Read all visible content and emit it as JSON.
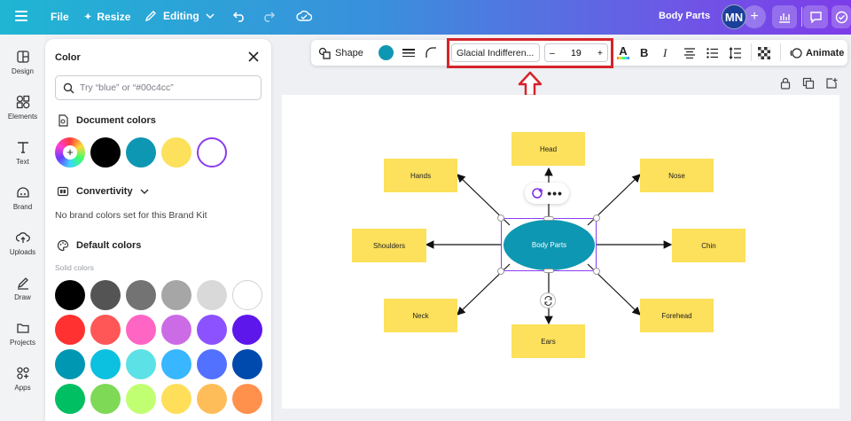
{
  "topbar": {
    "file": "File",
    "resize": "Resize",
    "editing": "Editing",
    "doc_title": "Body Parts",
    "avatar_initials": "MN"
  },
  "rail": {
    "items": [
      {
        "label": "Design",
        "icon": "layout-icon"
      },
      {
        "label": "Elements",
        "icon": "shapes-icon"
      },
      {
        "label": "Text",
        "icon": "text-icon"
      },
      {
        "label": "Brand",
        "icon": "brand-icon"
      },
      {
        "label": "Uploads",
        "icon": "upload-cloud-icon"
      },
      {
        "label": "Draw",
        "icon": "pen-icon"
      },
      {
        "label": "Projects",
        "icon": "folder-icon"
      },
      {
        "label": "Apps",
        "icon": "apps-icon"
      }
    ]
  },
  "color_panel": {
    "title": "Color",
    "search_placeholder": "Try “blue” or “#00c4cc”",
    "document_colors_label": "Document colors",
    "document_colors": [
      "#000000",
      "#0e97b2",
      "#fde05b",
      "#ffffff"
    ],
    "brand_kit_label": "Convertivity",
    "brand_note": "No brand colors set for this Brand Kit",
    "default_colors_label": "Default colors",
    "solid_colors_label": "Solid colors",
    "solid_colors": [
      [
        "#000000",
        "#545454",
        "#737373",
        "#a6a6a6",
        "#d9d9d9",
        "#ffffff"
      ],
      [
        "#ff3131",
        "#ff5757",
        "#ff66c4",
        "#cb6ce6",
        "#8c52ff",
        "#5e17eb"
      ],
      [
        "#0097b2",
        "#0cc0df",
        "#5ce1e6",
        "#38b6ff",
        "#5271ff",
        "#004aad"
      ],
      [
        "#00bf63",
        "#7ed957",
        "#c1ff72",
        "#ffde59",
        "#ffbd59",
        "#ff914d"
      ]
    ]
  },
  "format_toolbar": {
    "shape_label": "Shape",
    "fill_color": "#0e97b2",
    "font_name": "Glacial Indifferen...",
    "font_size": "19",
    "minus": "–",
    "plus": "+",
    "animate_label": "Animate"
  },
  "diagram": {
    "center": "Body Parts",
    "nodes": {
      "head": "Head",
      "hands": "Hands",
      "nose": "Nose",
      "shoulders": "Shoulders",
      "chin": "Chin",
      "neck": "Neck",
      "forehead": "Forehead",
      "ears": "Ears"
    }
  },
  "colors": {
    "highlight_red": "#d6232a",
    "selection_purple": "#8b3cf0",
    "sticky_yellow": "#fde05b"
  }
}
